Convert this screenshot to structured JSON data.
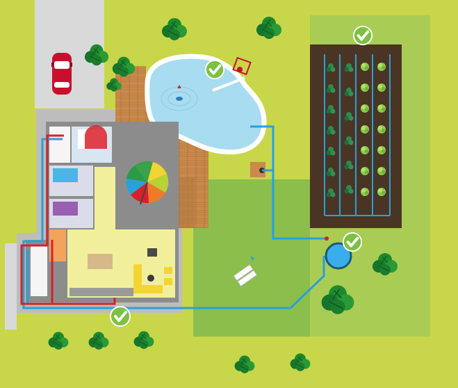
{
  "colors": {
    "lawn": "#c8d64a",
    "zone_light": "#a9cc54",
    "zone_dark": "#8cbe4c",
    "driveway": "#d9d9d9",
    "house_wall": "#8c8c8c",
    "house_floor": "#f1ef9c",
    "deck": "#c98a4b",
    "pool_water": "#a8dcf0",
    "pool_edge": "#ffffff",
    "soil": "#4a3424",
    "pipe_blue": "#2aa0d8",
    "pipe_red": "#d8202a",
    "tank": "#3aaeea",
    "tree": "#1e8a2e",
    "check_badge": "#7cc142",
    "car": "#c8102e"
  },
  "icons": {
    "checks": [
      "check-icon-pool",
      "check-icon-garden",
      "check-icon-tank",
      "check-icon-house"
    ],
    "car": "car-icon",
    "umbrella": "umbrella-icon",
    "sprinkler": "sprinkler-icon",
    "tank": "water-tank-icon",
    "trees": "tree-icon"
  }
}
